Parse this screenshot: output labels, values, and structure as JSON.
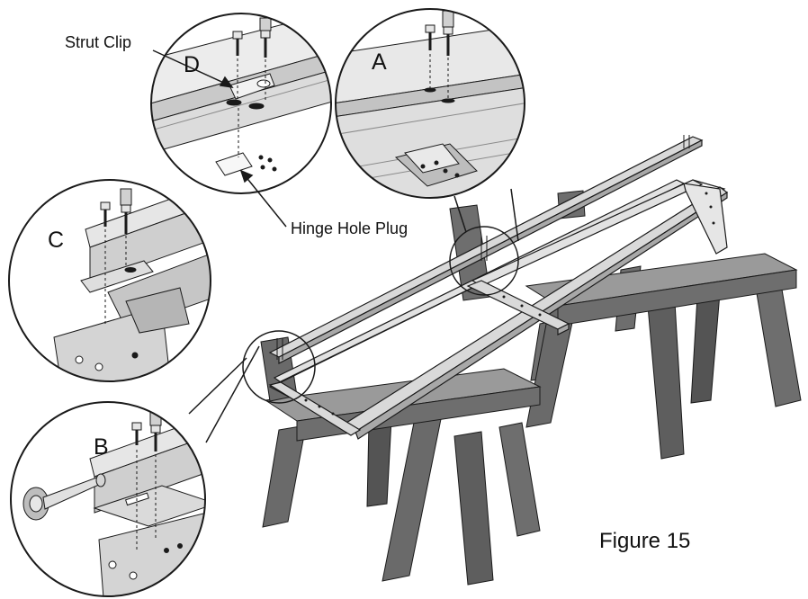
{
  "labels": {
    "strut_clip": "Strut Clip",
    "hinge_hole_plug": "Hinge Hole Plug",
    "figure": "Figure 15"
  },
  "details": {
    "a": "A",
    "b": "B",
    "c": "C",
    "d": "D"
  },
  "colors": {
    "line": "#1a1a1a",
    "sawhorse": "#6e6e6e",
    "sawhorse_top": "#9a9a9a",
    "steel": "#d9d9d9",
    "steel_dark": "#a8a8a8"
  }
}
